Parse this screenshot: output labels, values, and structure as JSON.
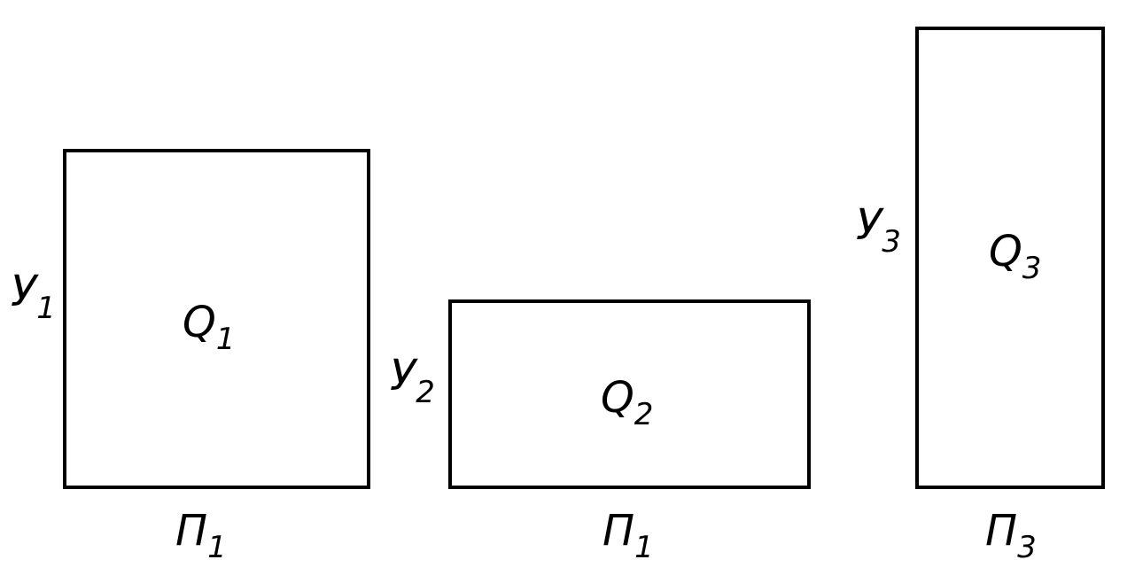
{
  "figures": [
    {
      "name": "figure-1",
      "area": {
        "base": "Q",
        "sub": "1"
      },
      "height": {
        "base": "У",
        "sub": "1"
      },
      "width": {
        "base": "П",
        "sub": "1"
      }
    },
    {
      "name": "figure-2",
      "area": {
        "base": "Q",
        "sub": "2"
      },
      "height": {
        "base": "У",
        "sub": "2"
      },
      "width": {
        "base": "П",
        "sub": "1"
      }
    },
    {
      "name": "figure-3",
      "area": {
        "base": "Q",
        "sub": "3"
      },
      "height": {
        "base": "У",
        "sub": "3"
      },
      "width": {
        "base": "П",
        "sub": "3"
      }
    }
  ],
  "colors": {
    "line": "#000000",
    "background": "#ffffff"
  }
}
